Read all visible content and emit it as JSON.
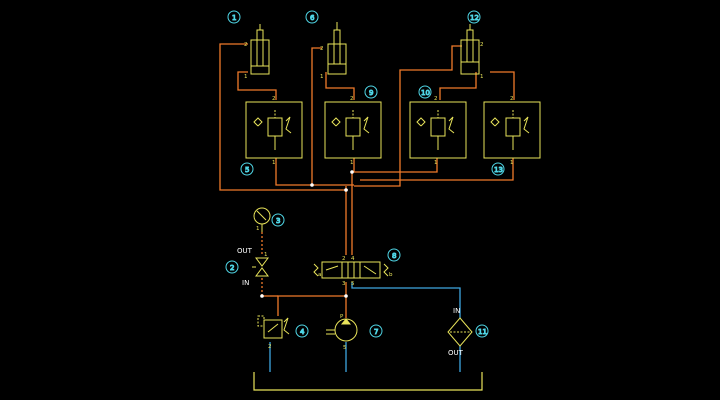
{
  "colors": {
    "background": "#000000",
    "component": "#e8e35a",
    "pressure_line": "#f07a2a",
    "return_line": "#3fa6e0",
    "callout": "#4fd6e6"
  },
  "callouts": {
    "c1": "1",
    "c2": "2",
    "c3": "3",
    "c4": "4",
    "c5": "5",
    "c6": "6",
    "c7": "7",
    "c8": "8",
    "c9": "9",
    "c10": "10",
    "c11": "11",
    "c12": "12",
    "c13": "13"
  },
  "ports": {
    "p1": "1",
    "p2": "2",
    "p3": "3",
    "p4": "4",
    "p5": "5",
    "p6": "6",
    "pP": "P"
  },
  "text": {
    "out": "OUT",
    "in": "IN",
    "a": "a",
    "b": "b"
  }
}
